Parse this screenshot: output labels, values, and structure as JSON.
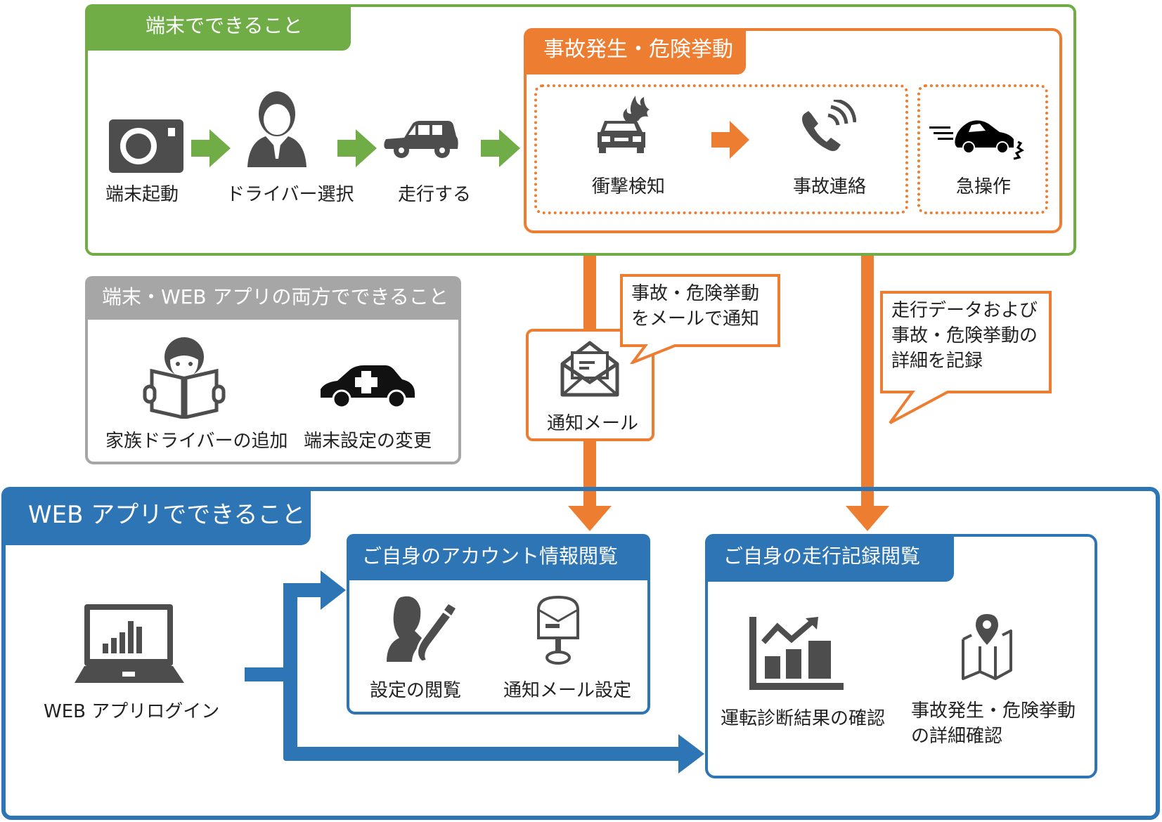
{
  "colors": {
    "green": "#70ad47",
    "orange": "#ed7d31",
    "gray": "#a6a6a6",
    "blue": "#2e75b6",
    "icon_dark": "#4d4d4d"
  },
  "device": {
    "title": "端末でできること",
    "steps": [
      {
        "icon": "camera-icon",
        "label": "端末起動"
      },
      {
        "icon": "driver-icon",
        "label": "ドライバー選択"
      },
      {
        "icon": "car-icon",
        "label": "走行する"
      }
    ],
    "accident": {
      "title": "事故発生・危険挙動",
      "items": [
        {
          "icon": "crash-car-icon",
          "label": "衝撃検知"
        },
        {
          "icon": "phone-call-icon",
          "label": "事故連絡"
        },
        {
          "icon": "sudden-maneuver-icon",
          "label": "急操作"
        }
      ]
    }
  },
  "both": {
    "title": "端末・WEB アプリの両方でできること",
    "items": [
      {
        "icon": "reading-person-icon",
        "label": "家族ドライバーの追加"
      },
      {
        "icon": "car-plus-icon",
        "label": "端末設定の変更"
      }
    ]
  },
  "flows": {
    "mail": {
      "icon": "envelope-icon",
      "label": "通知メール",
      "callout_lines": [
        "事故・危険挙動",
        "をメールで通知"
      ]
    },
    "record": {
      "callout_lines": [
        "走行データおよび",
        "事故・危険挙動の",
        "詳細を記録"
      ]
    }
  },
  "web": {
    "title": "WEB アプリでできること",
    "login": {
      "icon": "laptop-chart-icon",
      "label": "WEB アプリログイン"
    },
    "account": {
      "title": "ご自身のアカウント情報閲覧",
      "items": [
        {
          "icon": "user-edit-icon",
          "label": "設定の閲覧"
        },
        {
          "icon": "mailbox-icon",
          "label": "通知メール設定"
        }
      ]
    },
    "records": {
      "title": "ご自身の走行記録閲覧",
      "items": [
        {
          "icon": "growth-chart-icon",
          "label": "運転診断結果の確認"
        },
        {
          "icon": "map-pin-icon",
          "label_lines": [
            "事故発生・危険挙動",
            "の詳細確認"
          ]
        }
      ]
    }
  }
}
